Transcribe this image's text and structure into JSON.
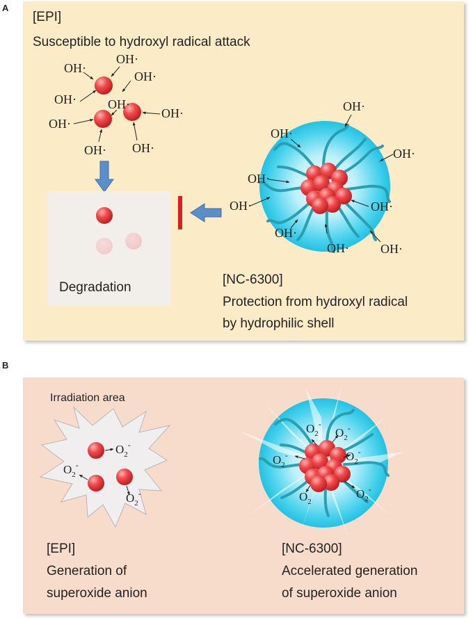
{
  "panelA": {
    "letter": "A",
    "epi_label": "[EPI]",
    "epi_caption": "Susceptible to hydroxyl radical attack",
    "degradation_label": "Degradation",
    "nc_label": "[NC-6300]",
    "nc_caption_1": "Protection from hydroxyl radical",
    "nc_caption_2": "by hydrophilic shell",
    "radical": "OH",
    "colors": {
      "panel_bg": "#fcebc7",
      "shell": "#29c9e6",
      "particle": "#e8313a",
      "blocker": "#d82020",
      "arrow": "#5a8fc8"
    }
  },
  "panelB": {
    "letter": "B",
    "irradiation_label": "Irradiation area",
    "epi_label": "[EPI]",
    "epi_caption_1": "Generation of",
    "epi_caption_2": "superoxide anion",
    "nc_label": "[NC-6300]",
    "nc_caption_1": "Accelerated generation",
    "nc_caption_2": "of superoxide anion",
    "superoxide_base": "O",
    "superoxide_sub": "2",
    "superoxide_sup": "-",
    "colors": {
      "panel_bg": "#f8dccb"
    }
  }
}
